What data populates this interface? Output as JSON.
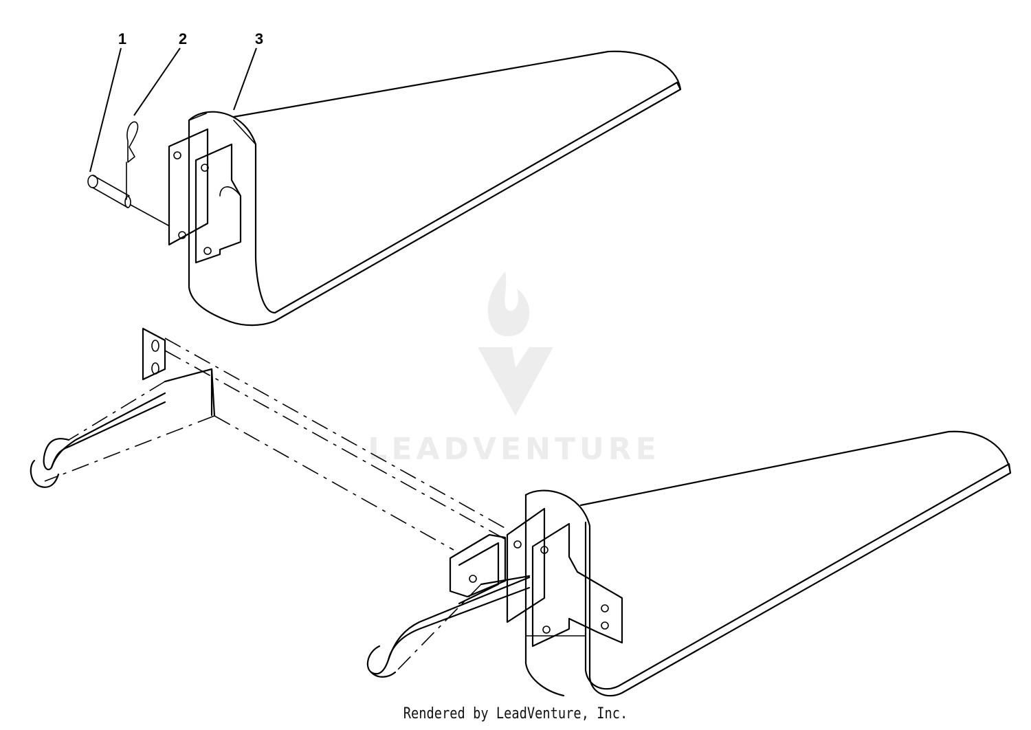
{
  "callouts": [
    {
      "id": "1",
      "label": "1"
    },
    {
      "id": "2",
      "label": "2"
    },
    {
      "id": "3",
      "label": "3"
    }
  ],
  "watermark": {
    "text": "LEADVENTURE"
  },
  "footer": {
    "text": "Rendered by LeadVenture, Inc."
  }
}
